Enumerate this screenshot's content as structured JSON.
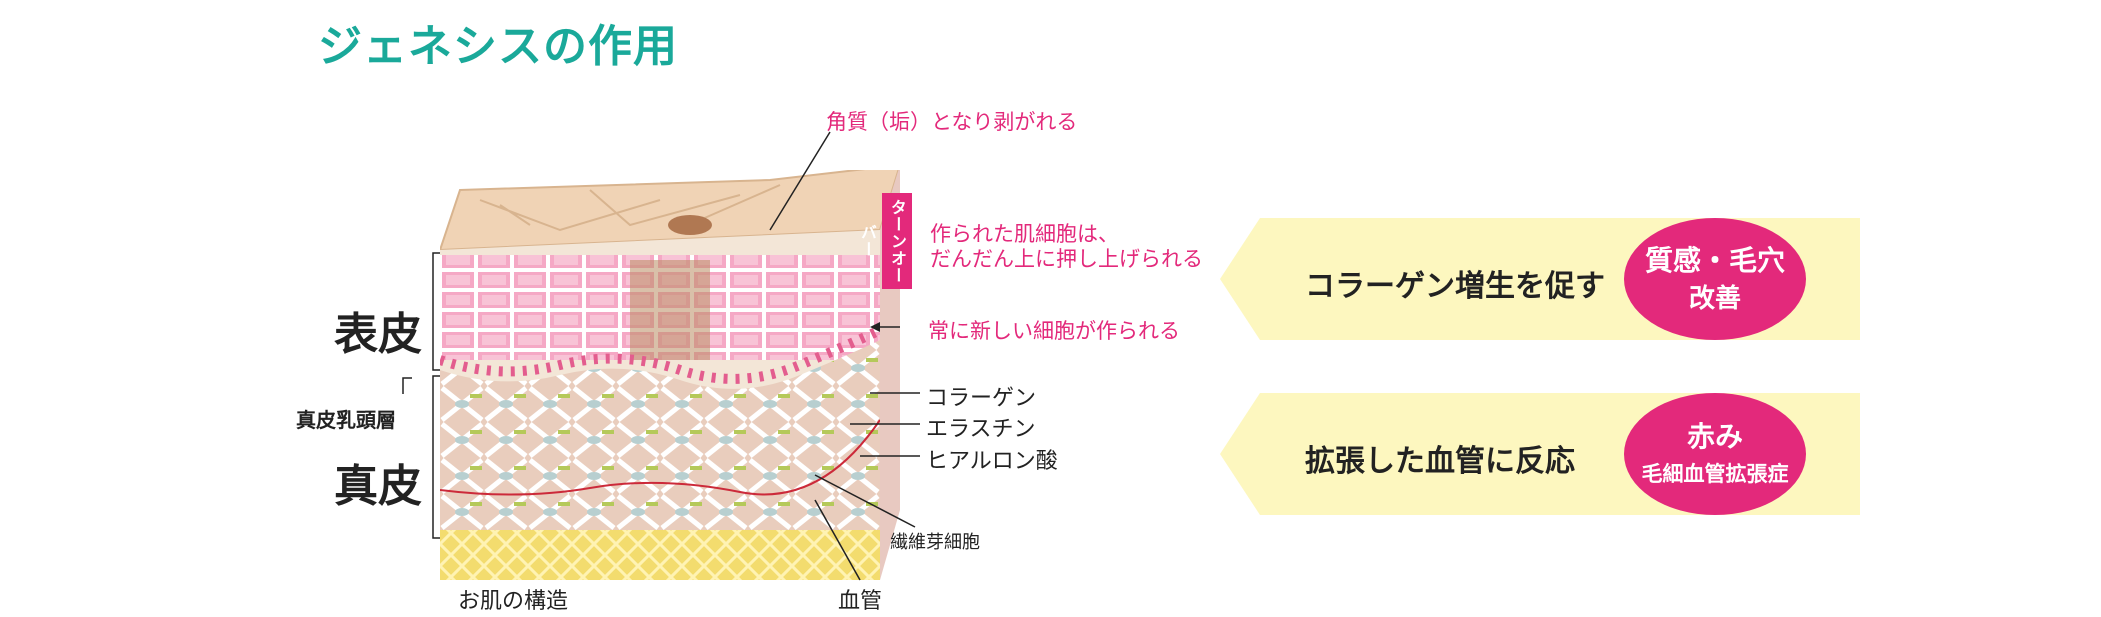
{
  "title": "ジェネシスの作用",
  "diagram": {
    "callout_top": "角質（垢）となり剥がれる",
    "callout_made_1": "作られた肌細胞は、",
    "callout_made_2": "だんだん上に押し上げられる",
    "turnover": "ターンオーバー",
    "callout_new": "常に新しい細胞が作られる",
    "epidermis": "表皮",
    "papillary": "真皮乳頭層",
    "dermis": "真皮",
    "collagen": "コラーゲン",
    "elastin": "エラスチン",
    "hyaluronic": "ヒアルロン酸",
    "fibroblast": "繊維芽細胞",
    "blood_vessel": "血管",
    "caption": "お肌の構造"
  },
  "effects": [
    {
      "text": "コラーゲン増生を促す",
      "badge_line1": "質感・毛穴",
      "badge_line2": "改善"
    },
    {
      "text": "拡張した血管に反応",
      "badge_line1": "赤み",
      "badge_line2": "毛細血管拡張症"
    }
  ],
  "colors": {
    "title": "#1aa99a",
    "accent": "#e3297b",
    "banner": "#fdf7bf",
    "skin_top": "#f0d3b5",
    "epidermis_cell": "#f4a7c3",
    "dermis": "#e8cbb8",
    "fat": "#f2dc72"
  }
}
